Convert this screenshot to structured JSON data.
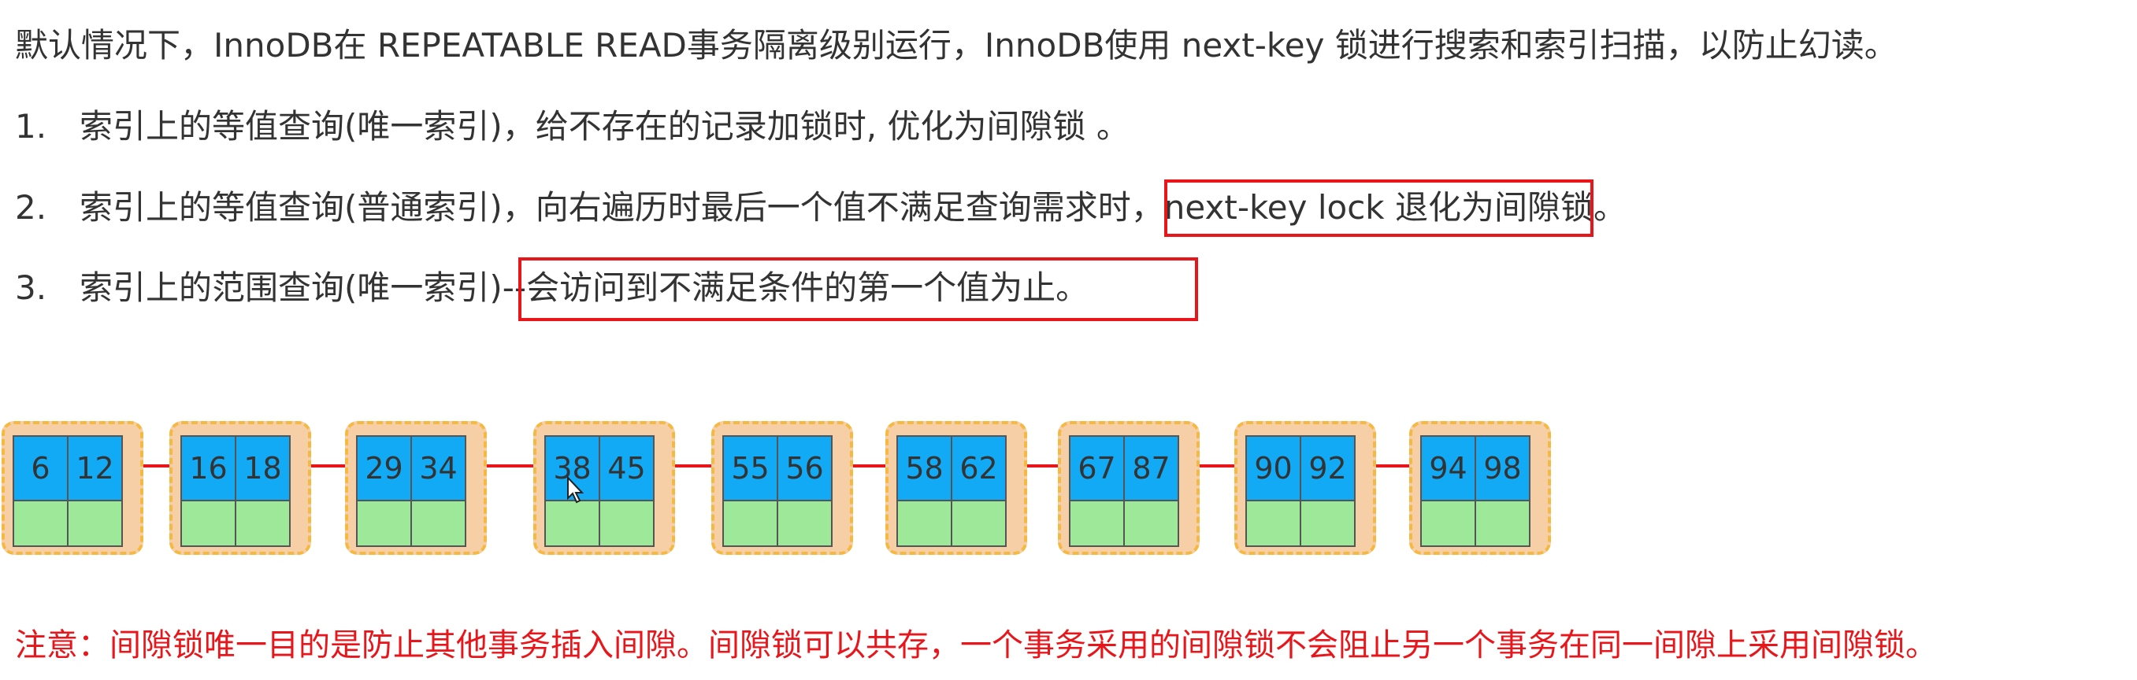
{
  "intro": "默认情况下，InnoDB在 REPEATABLE READ事务隔离级别运行，InnoDB使用 next-key 锁进行搜索和索引扫描，以防止幻读。",
  "rules": [
    {
      "num": "1.",
      "text": "索引上的等值查询(唯一索引)，给不存在的记录加锁时, 优化为间隙锁 。",
      "highlight": ""
    },
    {
      "num": "2.",
      "text": "索引上的等值查询(普通索引)，向右遍历时最后一个值不满足查询需求时，",
      "highlight": "next-key lock 退化为间隙锁。"
    },
    {
      "num": "3.",
      "text": "索引上的范围查询(唯一索引)--",
      "highlight": "会访问到不满足条件的第一个值为止。"
    }
  ],
  "nodes": [
    {
      "keys": [
        "6",
        "12"
      ]
    },
    {
      "keys": [
        "16",
        "18"
      ]
    },
    {
      "keys": [
        "29",
        "34"
      ]
    },
    {
      "keys": [
        "38",
        "45"
      ]
    },
    {
      "keys": [
        "55",
        "56"
      ]
    },
    {
      "keys": [
        "58",
        "62"
      ]
    },
    {
      "keys": [
        "67",
        "87"
      ]
    },
    {
      "keys": [
        "90",
        "92"
      ]
    },
    {
      "keys": [
        "94",
        "98"
      ]
    }
  ],
  "note": "注意：间隙锁唯一目的是防止其他事务插入间隙。间隙锁可以共存，一个事务采用的间隙锁不会阻止另一个事务在同一间隙上采用间隙锁。",
  "colors": {
    "text": "#333333",
    "highlight_border": "#e8161b",
    "note": "#e8161b",
    "key_cell": "#12a9f5",
    "pointer_cell": "#9ee89a",
    "node_fill": "#f7cfa6",
    "node_border": "#f5b942",
    "arrow": "#e8161b"
  }
}
